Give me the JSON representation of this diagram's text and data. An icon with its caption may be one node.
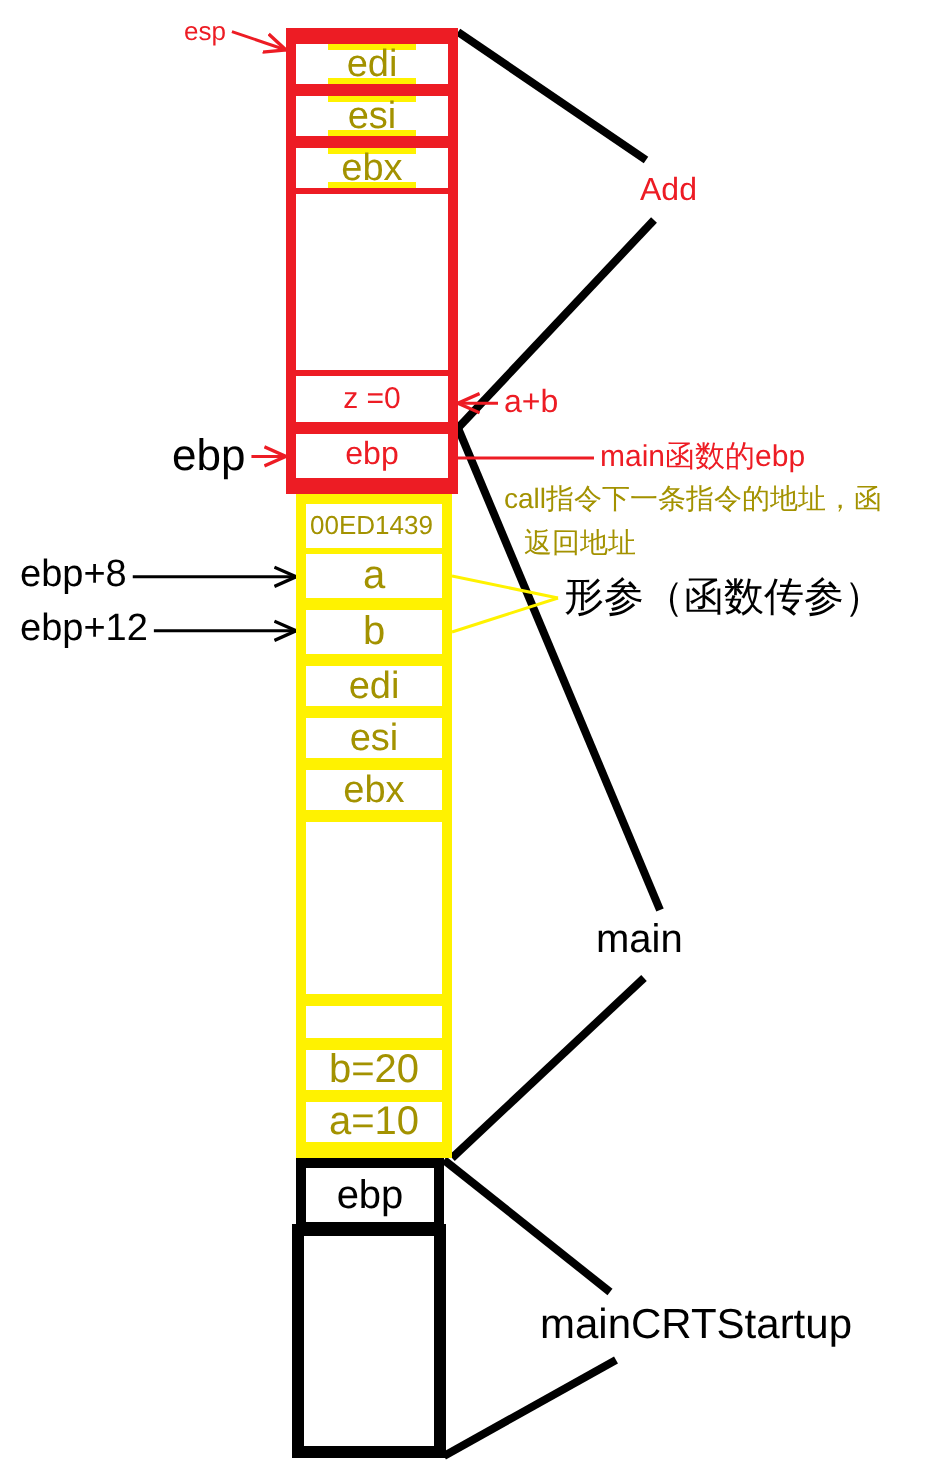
{
  "diagram": {
    "nodes": [
      {
        "text": [],
        "shape": "box"
      },
      {
        "text": [
          "edi"
        ],
        "in": 0
      },
      {
        "text": [
          "esi"
        ],
        "in": 0
      },
      {
        "text": [
          "ebx"
        ],
        "in": 0
      },
      {
        "text": [
          "z =0"
        ],
        "in": 0
      },
      {
        "text": [
          "ebp"
        ],
        "in": 0
      },
      {
        "text": [],
        "shape": "box"
      },
      {
        "text": [
          "00ED1439"
        ],
        "in": 6
      },
      {
        "text": [
          "a"
        ],
        "in": 6
      },
      {
        "text": [
          "b"
        ],
        "in": 6
      },
      {
        "text": [
          "edi"
        ],
        "in": 6
      },
      {
        "text": [
          "esi"
        ],
        "in": 6
      },
      {
        "text": [
          "ebx"
        ],
        "in": 6
      },
      {
        "text": [],
        "shape": "box",
        "in": 6
      },
      {
        "text": [],
        "shape": "box",
        "in": 6
      },
      {
        "text": [
          "b=20"
        ],
        "in": 6
      },
      {
        "text": [
          "a=10"
        ],
        "in": 6
      },
      {
        "text": [
          "ebp"
        ]
      },
      {
        "text": [],
        "shape": "box"
      },
      {
        "text": [
          "esp"
        ]
      },
      {
        "text": [
          "ebp"
        ]
      },
      {
        "text": [
          "ebp+8"
        ]
      },
      {
        "text": [
          "ebp+12"
        ]
      },
      {
        "text": [
          "a+b"
        ]
      },
      {
        "text": [
          "main函数的ebp"
        ]
      },
      {
        "text": [
          "形参（函数传参）"
        ]
      }
    ],
    "edges": [
      {
        "from": 19,
        "to": 1,
        "arrow": "to"
      },
      {
        "from": 20,
        "to": 5,
        "arrow": "to"
      },
      {
        "from": 21,
        "to": 8,
        "arrow": "to",
        "color": "#000000"
      },
      {
        "from": 22,
        "to": 9,
        "arrow": "to",
        "color": "#000000"
      },
      {
        "from": 23,
        "to": 4,
        "arrow": "to"
      },
      {
        "from": 24,
        "to": 5,
        "arrow": "none"
      },
      {
        "from": 25,
        "to": 8,
        "arrow": "none",
        "color": "#fff200"
      },
      {
        "from": 25,
        "to": 9,
        "arrow": "none",
        "color": "#fff200"
      }
    ],
    "labels": [
      "Add",
      "call指令下一条指令的地址，函",
      "返回地址",
      "main",
      "mainCRTStartup"
    ]
  }
}
